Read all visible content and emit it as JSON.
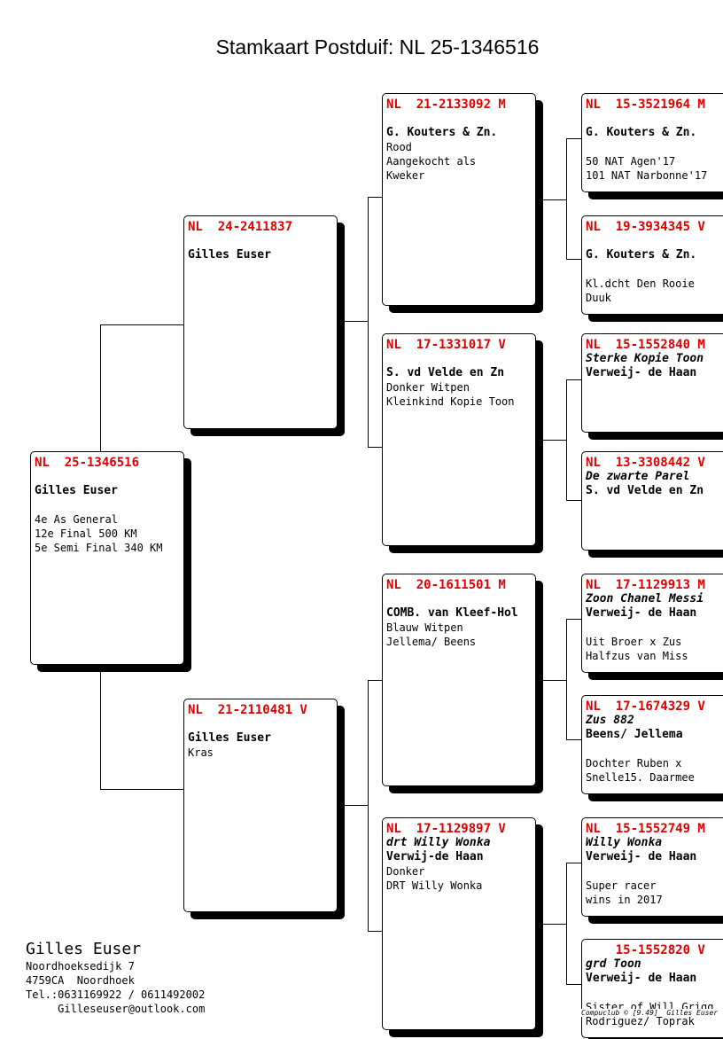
{
  "title": "Stamkaart Postduif: NL  25-1346516",
  "root": {
    "ring": "NL  25-1346516",
    "name": "",
    "owner": "Gilles Euser",
    "info": [
      "4e As General",
      "12e Final 500 KM",
      "5e Semi Final 340 KM"
    ]
  },
  "father": {
    "ring": "NL  24-2411837",
    "name": "",
    "owner": "Gilles Euser",
    "info": []
  },
  "mother": {
    "ring": "NL  21-2110481 V",
    "name": "",
    "owner": "Gilles Euser",
    "info": [
      "Kras"
    ]
  },
  "ff": {
    "ring": "NL  21-2133092 M",
    "name": "",
    "owner": "G. Kouters & Zn.",
    "info": [
      "Rood",
      "Aangekocht als",
      "Kweker"
    ]
  },
  "fm": {
    "ring": "NL  17-1331017 V",
    "name": "",
    "owner": "S. vd Velde en Zn",
    "info": [
      "Donker Witpen",
      "Kleinkind Kopie Toon"
    ]
  },
  "mf": {
    "ring": "NL  20-1611501 M",
    "name": "",
    "owner": "COMB. van Kleef-Hol",
    "info": [
      "Blauw Witpen",
      "Jellema/ Beens"
    ]
  },
  "mm": {
    "ring": "NL  17-1129897 V",
    "name": "drt Willy Wonka",
    "owner": "Verwij-de Haan",
    "info": [
      "Donker",
      "DRT Willy Wonka"
    ]
  },
  "fff": {
    "ring": "NL  15-3521964 M",
    "name": "",
    "owner": "G. Kouters & Zn.",
    "info": [
      "50 NAT Agen'17",
      "101 NAT Narbonne'17"
    ]
  },
  "ffm": {
    "ring": "NL  19-3934345 V",
    "name": "",
    "owner": "G. Kouters & Zn.",
    "info": [
      "Kl.dcht Den Rooie",
      "Duuk"
    ]
  },
  "fmf": {
    "ring": "NL  15-1552840 M",
    "name": "Sterke Kopie Toon",
    "owner": "Verweij- de Haan",
    "info": []
  },
  "fmm": {
    "ring": "NL  13-3308442 V",
    "name": "De zwarte Parel",
    "owner": "S. vd Velde en Zn",
    "info": []
  },
  "mff": {
    "ring": "NL  17-1129913 M",
    "name": "Zoon Chanel Messi",
    "owner": "Verweij- de Haan",
    "info": [
      "Uit Broer x Zus",
      "Halfzus van Miss"
    ]
  },
  "mfm": {
    "ring": "NL  17-1674329 V",
    "name": "Zus 882",
    "owner": "Beens/ Jellema",
    "info": [
      "Dochter Ruben x",
      "Snelle15. Daarmee"
    ]
  },
  "mmf": {
    "ring": "NL  15-1552749 M",
    "name": "Willy Wonka",
    "owner": "Verweij- de Haan",
    "info": [
      "Super racer",
      "wins in 2017"
    ]
  },
  "mmm": {
    "ring": "    15-1552820 V",
    "name": "grd Toon",
    "owner": "Verweij- de Haan",
    "info": [
      "Sister of Will Grigg",
      "Rodriguez/ Toprak"
    ]
  },
  "footer": {
    "name": "Gilles Euser",
    "address": "Noordhoeksedijk 7",
    "city": "4759CA  Noordhoek",
    "phone": "Tel.:0631169922 / 0611492002",
    "email": "     Gilleseuser@outlook.com"
  },
  "copyright": "Compuclub © [9.49]  Gilles Euser"
}
